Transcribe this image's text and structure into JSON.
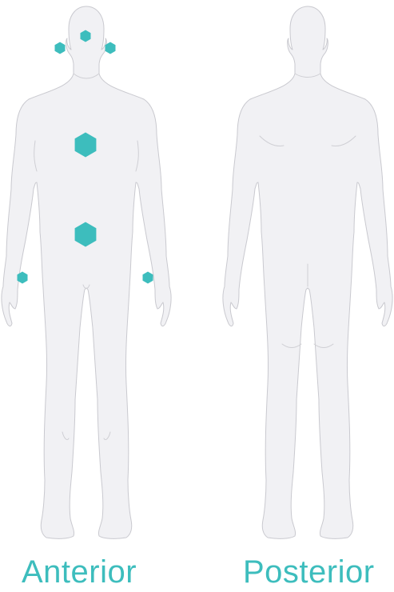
{
  "views": [
    {
      "id": "anterior",
      "label": "Anterior",
      "markers": [
        {
          "site": "forehead",
          "size": "small"
        },
        {
          "site": "right-ear",
          "size": "small"
        },
        {
          "site": "left-ear",
          "size": "small"
        },
        {
          "site": "chest",
          "size": "large"
        },
        {
          "site": "abdomen",
          "size": "large"
        },
        {
          "site": "right-wrist",
          "size": "small"
        },
        {
          "site": "left-wrist",
          "size": "small"
        }
      ]
    },
    {
      "id": "posterior",
      "label": "Posterior",
      "markers": []
    }
  ],
  "colors": {
    "accent": "#3dbdbd",
    "body_fill": "#f1f1f4",
    "body_outline": "#c9c9cf"
  }
}
